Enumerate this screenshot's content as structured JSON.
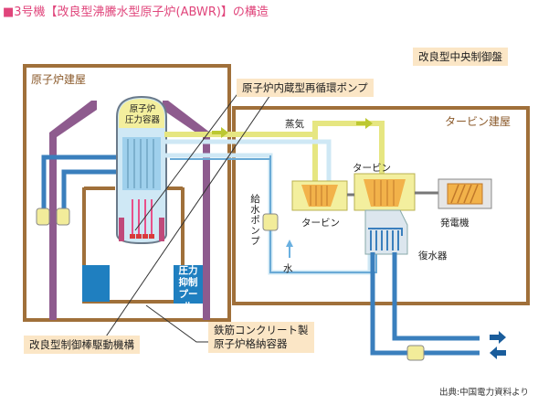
{
  "title": "■3号機【改良型沸騰水型原子炉(ABWR)】の構造",
  "labels": {
    "central_control_room": "改良型中央制御盤",
    "reactor_building": "原子炉建屋",
    "turbine_building": "タービン建屋",
    "internal_pump": "原子炉内蔵型再循環ポンプ",
    "pressure_vessel": [
      "原子炉",
      "圧力容器"
    ],
    "steam": "蒸気",
    "turbine_upper": "タービン",
    "turbine_lower": "タービン",
    "generator": "発電機",
    "feedwater_pump": "給水ポンプ",
    "water": "水",
    "condenser": "復水器",
    "suppression_pool": [
      "圧力",
      "抑制",
      "プール"
    ],
    "control_rod_drive": "改良型制御棒駆動機構",
    "containment": [
      "鉄筋コンクリート製",
      "原子炉格納容器"
    ],
    "source": "出典:中国電力資料より"
  },
  "colors": {
    "title": "#e0457b",
    "building": "#a0703a",
    "containment": "#8e5b8e",
    "steam_pipe": "#e6e681",
    "water_pipe": "#3a7fbd",
    "pipe_light": "#cfe8f5",
    "label_bg": "#fbe6c6",
    "pool": "#1f7fc0",
    "control_rod": "#e8508a"
  }
}
